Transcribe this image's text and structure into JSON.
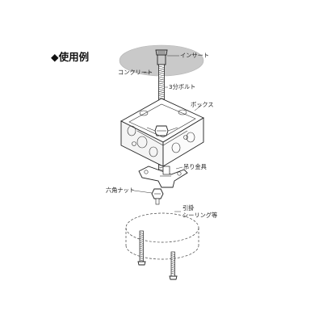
{
  "heading": "◆使用例",
  "labels": {
    "insert": "インサート",
    "concrete": "コンクリート",
    "bolt": "3分ボルト",
    "box": "ボックス",
    "hanger": "吊り金具",
    "nut": "六角ナット",
    "ceiling_line1": "引掛",
    "ceiling_line2": "シーリング等"
  }
}
